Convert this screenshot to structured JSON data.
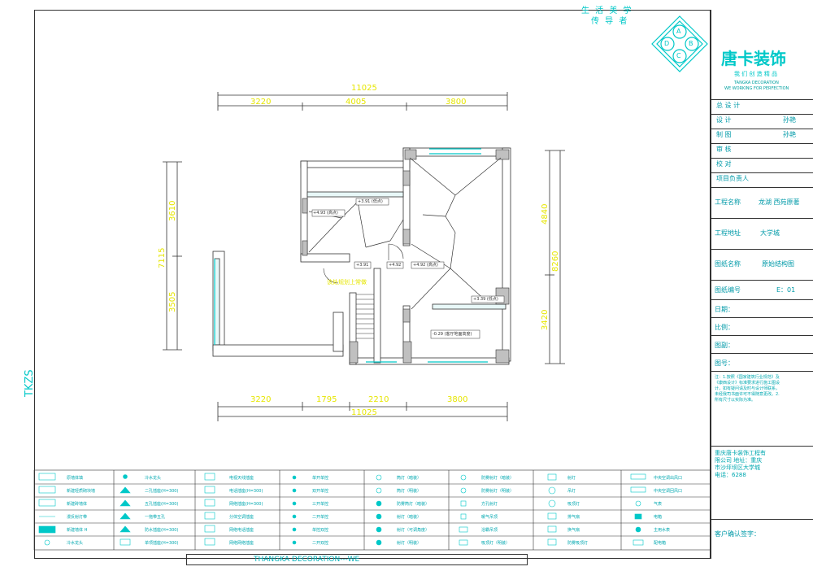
{
  "slogan": [
    "生 活 美 学",
    "传 导 者"
  ],
  "company": {
    "logo_letters": [
      "A",
      "B",
      "C",
      "D"
    ],
    "name": "唐卡装饰",
    "tagline": "我 们 创 造 精 品",
    "en_name": "TANGKA DECORATION",
    "en_tagline": "WE WORKING FOR PERFECTION"
  },
  "title_block": {
    "rows": [
      {
        "label": "总 设 计",
        "sign": "",
        "name": ""
      },
      {
        "label": "设 计",
        "sign": "",
        "name": "孙艳"
      },
      {
        "label": "制 图",
        "sign": "",
        "name": "孙艳"
      },
      {
        "label": "审 核",
        "sign": "",
        "name": ""
      },
      {
        "label": "校 对",
        "sign": "",
        "name": ""
      },
      {
        "label": "项目负责人",
        "sign": "",
        "name": ""
      }
    ],
    "project_name_label": "工程名称",
    "project_name": "龙湖 西苑原著",
    "project_addr_label": "工程地址",
    "project_addr": "大学城",
    "drawing_name_label": "图纸名称",
    "drawing_name": "原始结构图",
    "drawing_no_label": "图纸编号",
    "drawing_no": "E：01",
    "date_label": "日期：",
    "scale_label": "比例：",
    "sheet_label": "图副：",
    "figure_label": "图号：",
    "notes": "注：1.按照《国家建筑行业规范》及《康西设计》标准要求进行施工图设计，如有疑问请及时与设计师联系，未经我司书面许可不得随意更改。2.所有尺寸以实际为准。",
    "company_block": "重庆唐卡装饰工程有限公司 地址：重庆市沙坪坝区大学城 电话：6288",
    "client_label": "客户确认签字："
  },
  "watermark": "TKZS",
  "bottom_bar": "THANGKA DECORATION---WE",
  "dims": {
    "top_total": "11025",
    "top_segments": [
      "3220",
      "4005",
      "3800"
    ],
    "bottom_segments": [
      "3220",
      "1795",
      "2210",
      "3800"
    ],
    "bottom_total": "11025",
    "left_total": "7115",
    "left_segments": [
      "3610",
      "3505"
    ],
    "right_total": "8260",
    "right_segments": [
      "4840",
      "3420"
    ]
  },
  "annotations": [
    "+4.93 (高点)",
    "+3.91 (低点)",
    "+3.91",
    "+4.92",
    "+4.92 (高点)",
    "+3.39 (低点)",
    "-0.29 (客厅地面高度)",
    "该处规划上常做"
  ],
  "legend": [
    [
      "原墙体填",
      "冷水龙头",
      "电视天线插座",
      "单开单控",
      "筒灯（暗装）",
      "防雾射灯（暗装）",
      "射灯",
      "中央空调出风口"
    ],
    [
      "新建轻质砌块墙",
      "二孔插座(H=300)",
      "电话插座(H=300)",
      "双开单控",
      "筒灯（明装）",
      "防雾射灯（明装）",
      "吊灯",
      "中央空调回风口"
    ],
    [
      "新建砖墙体",
      "五孔插座(H=300)",
      "网络插座(H=300)",
      "三开单控",
      "防雾筒灯（暗装）",
      "方孔射灯",
      "吸顶灯",
      "气表"
    ],
    [
      "漫反射灯带",
      "一拖带五孔",
      "分体空调插座",
      "二开单控",
      "射灯（暗装）",
      "暖气吊顶",
      "排气扇",
      "电箱"
    ],
    [
      "新建墙体 H",
      "防水插座(H=300)",
      "网络电话插座",
      "单控双控",
      "射灯（可调角度）",
      "浴霸吊顶",
      "换气扇",
      "主用水表"
    ],
    [
      "冷水龙头",
      "单项插座(H=300)",
      "网络网络插座",
      "二开双控",
      "射灯（明装）",
      "吸顶灯（明装）",
      "防雾吸顶灯",
      "配电箱"
    ]
  ],
  "colors": {
    "accent": "#00c8c8",
    "dim": "#e6e600",
    "wall": "#c0c0c0",
    "line": "#333333"
  }
}
